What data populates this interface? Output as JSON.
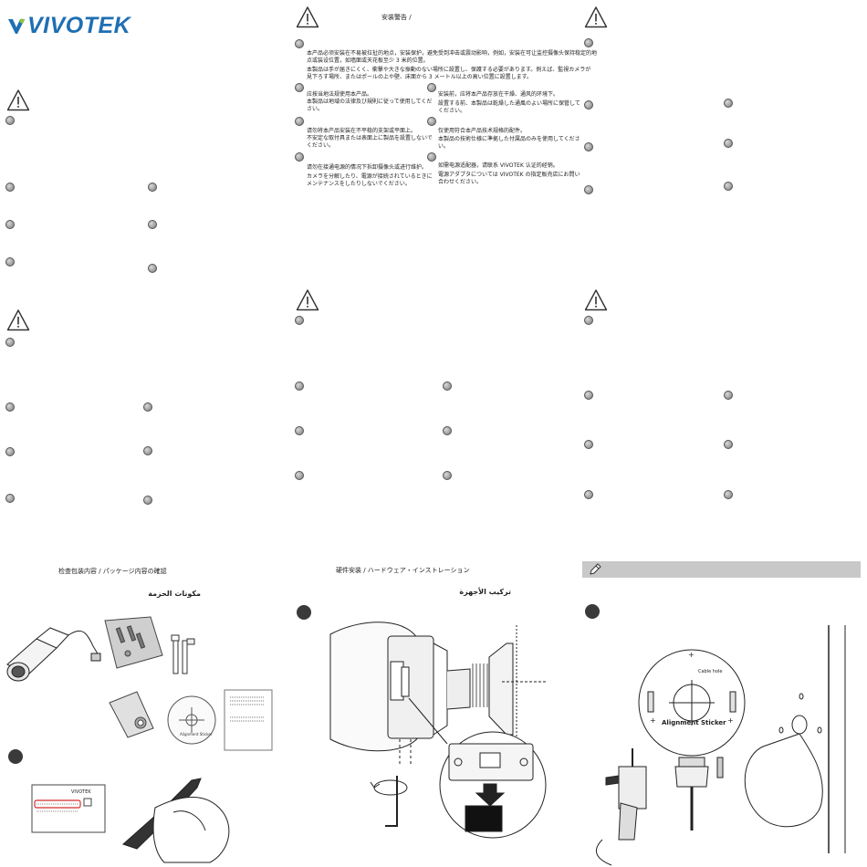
{
  "brand": {
    "logo_text": "VIVOTEK",
    "color": "#1f6fb3"
  },
  "safety": {
    "title": "安装警告 /",
    "p1_line1": "本产品必须安装在不易被拉扯的地点，安装保护，避免受到冲击或震动影响，例如，安装在可让监控摄像头保持稳定的地",
    "p1_line2": "点或装设位置，如墙面或天花板至少 3 米的位置。",
    "p2_line1": "本製品は手が届きにくく、衝撃や大きな振動のない場所に設置し、保護する必要があります。例えば、監視カメラが",
    "p2_line2": "見下ろす場所、またはポールの上や壁、床面から 3 メートル以上の高い位置に設置します。",
    "left_items": [
      {
        "l1": "应按当地法规使用本产品。",
        "l2": "本製品は地域の法律及び規則に従って使用してくだ",
        "l3": "さい。"
      },
      {
        "l1": "请勿将本产品安装在不平稳的支架或平面上。",
        "l2": "不安定な取付具または表面上に製品を設置しないで",
        "l3": "ください。"
      },
      {
        "l1": "请勿在接通电源的情况下拆卸摄像头或进行维护。",
        "l2": "カメラを分解したり、電源が接続されているときに",
        "l3": "メンテナンスをしたりしないでください。"
      }
    ],
    "right_items": [
      {
        "l1": "安装前，应将本产品存放在干燥、通风的环境下。",
        "l2": "設置する前、本製品は乾燥した通風のよい場所に保管して",
        "l3": "ください。"
      },
      {
        "l1": "仅使用符合本产品技术规格的配件。",
        "l2": "本製品の技術仕様に準拠した付属品のみを使用してくださ",
        "l3": "い。"
      },
      {
        "l1": "如需电源适配器，请联系 VIVOTEK 认证的经销。",
        "l2": "電源アダプタについては VIVOTEK の指定販売店にお問い",
        "l3": "合わせください。"
      }
    ]
  },
  "sections": {
    "package_title": "检查包装内容 / パッケージ内容の確認",
    "package_arabic": "مكونات الحزمة",
    "hardware_title": "硬件安装 / ハードウェア・インストレーション",
    "hardware_arabic": "تركيب الأجهزة"
  },
  "diagram_labels": {
    "cable_hole": "Cable hole",
    "alignment_sticker": "Alignment Sticker",
    "small_sticker": "Alignment Sticker",
    "label_brand": "VIVOTEK"
  }
}
